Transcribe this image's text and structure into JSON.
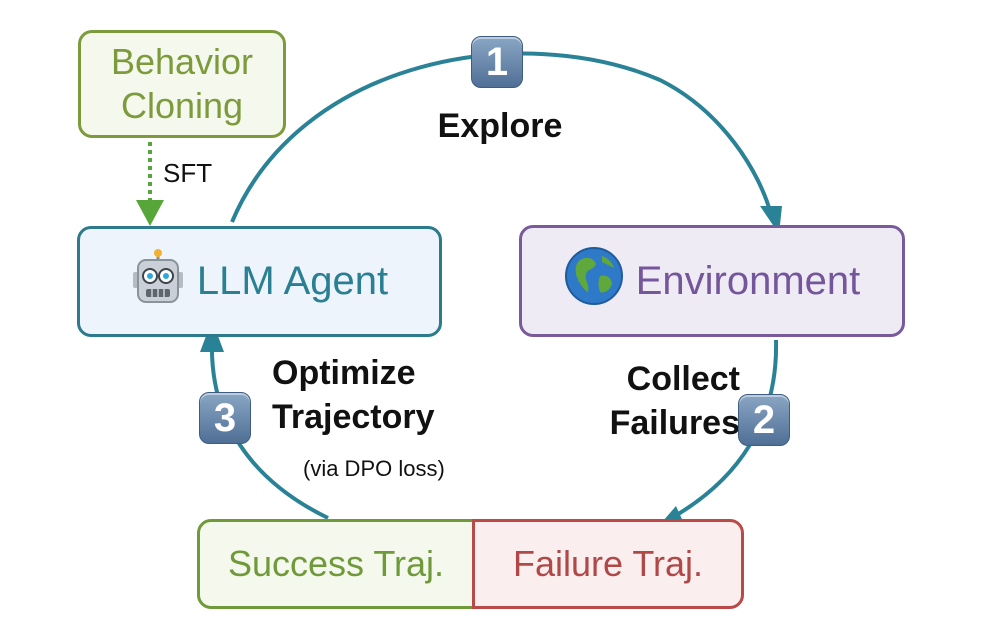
{
  "nodes": {
    "behavior_cloning_line1": "Behavior",
    "behavior_cloning_line2": "Cloning",
    "llm_agent": "LLM Agent",
    "environment": "Environment",
    "success_traj": "Success Traj.",
    "failure_traj": "Failure Traj."
  },
  "edges": {
    "sft": "SFT",
    "explore": "Explore",
    "collect_line1": "Collect",
    "collect_line2": "Failures",
    "optimize_line1": "Optimize",
    "optimize_line2": "Trajectory",
    "dpo": "(via DPO loss)"
  },
  "badges": {
    "step1": "1",
    "step2": "2",
    "step3": "3"
  },
  "icons": {
    "agent": "robot-icon",
    "environment": "globe-icon"
  },
  "colors": {
    "cycle_arrow": "#2a8296",
    "sft_arrow": "#57a63a",
    "behavior_cloning": "#7d9a3c",
    "agent": "#2c7a8c",
    "environment": "#7a5a9a",
    "success": "#6f9a3a",
    "failure": "#b94a48"
  }
}
